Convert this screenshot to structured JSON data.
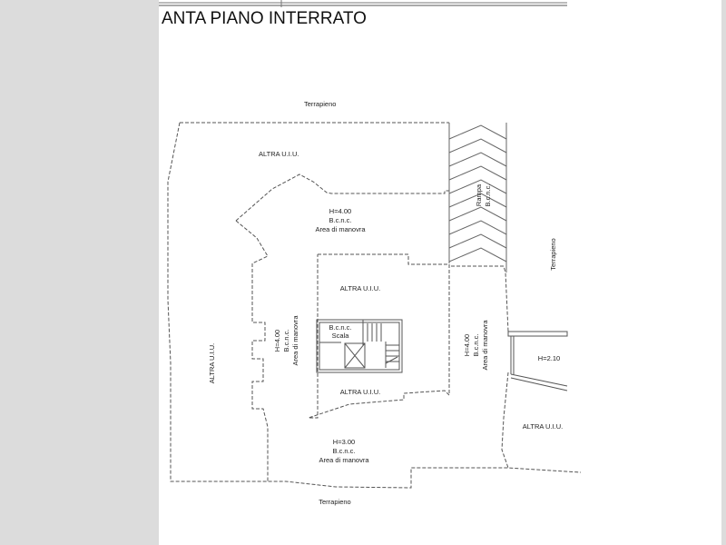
{
  "title": "ANTA PIANO INTERRATO",
  "labels": {
    "terrapieno_top": "Terrapieno",
    "terrapieno_right": "Terrapieno",
    "terrapieno_bottom": "Terrapieno",
    "altra_top": "ALTRA U.I.U.",
    "altra_left": "ALTRA U.I.U.",
    "altra_center_top": "ALTRA U.I.U.",
    "altra_center_bottom": "ALTRA U.I.U.",
    "altra_right": "ALTRA U.I.U.",
    "area_top": {
      "h": "H=4.00",
      "b": "B.c.n.c.",
      "a": "Area di manovra"
    },
    "area_left": {
      "h": "H=4.00",
      "b": "B.c.n.c.",
      "a": "Area di manovra"
    },
    "area_right": {
      "h": "H=4.00",
      "b": "B.c.n.c.",
      "a": "Area di manovra"
    },
    "area_bottom": {
      "h": "H=3.00",
      "b": "B.c.n.c.",
      "a": "Area di manovra"
    },
    "scala": {
      "b": "B.c.n.c.",
      "s": "Scala"
    },
    "rampa": {
      "r": "Rampa",
      "b": "B.c.n.c."
    },
    "room_h": "H=2.10"
  },
  "colors": {
    "background": "#dcdcdc",
    "sheet": "#ffffff",
    "line": "#555555"
  }
}
